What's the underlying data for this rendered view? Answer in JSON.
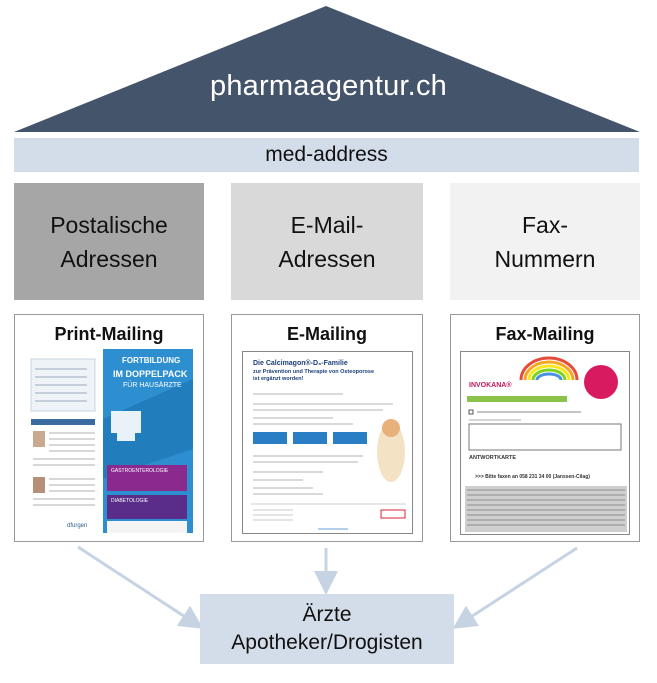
{
  "roof": {
    "title": "pharmaagentur.ch",
    "color": "#44546a"
  },
  "bar": {
    "label": "med-address",
    "color": "#d3dde9"
  },
  "pillars": [
    {
      "line1": "Postalische",
      "line2": "Adressen",
      "color": "#a6a6a6"
    },
    {
      "line1": "E-Mail-",
      "line2": "Adressen",
      "color": "#d9d9d9"
    },
    {
      "line1": "Fax-",
      "line2": "Nummern",
      "color": "#f2f2f2"
    }
  ],
  "channels": [
    {
      "title": "Print-Mailing"
    },
    {
      "title": "E-Mailing"
    },
    {
      "title": "Fax-Mailing"
    }
  ],
  "print_doc": {
    "headline1": "FORTBILDUNG",
    "headline2": "IM DOPPELPACK",
    "headline3": "FÜR HAUSÄRZTE",
    "box1": "GASTROENTEROLOGIE",
    "box2": "DIABETOLOGIE",
    "brand": "dfurgen"
  },
  "email_doc": {
    "heading": "Die Calcimagon®-D₃-Familie",
    "sub1": "zur Prävention und Therapie von Osteoporose",
    "sub2": "ist ergänzt worden!"
  },
  "fax_doc": {
    "brand": "INVOKANA®",
    "section": "ANTWORTKARTE",
    "cta": ">>> Bitte faxen an 058 231 34 00 (Janssen-Cilag)"
  },
  "target": {
    "line1": "Ärzte",
    "line2": "Apotheker/Drogisten",
    "color": "#d3dde9"
  },
  "arrow_color": "#c5d3e3"
}
